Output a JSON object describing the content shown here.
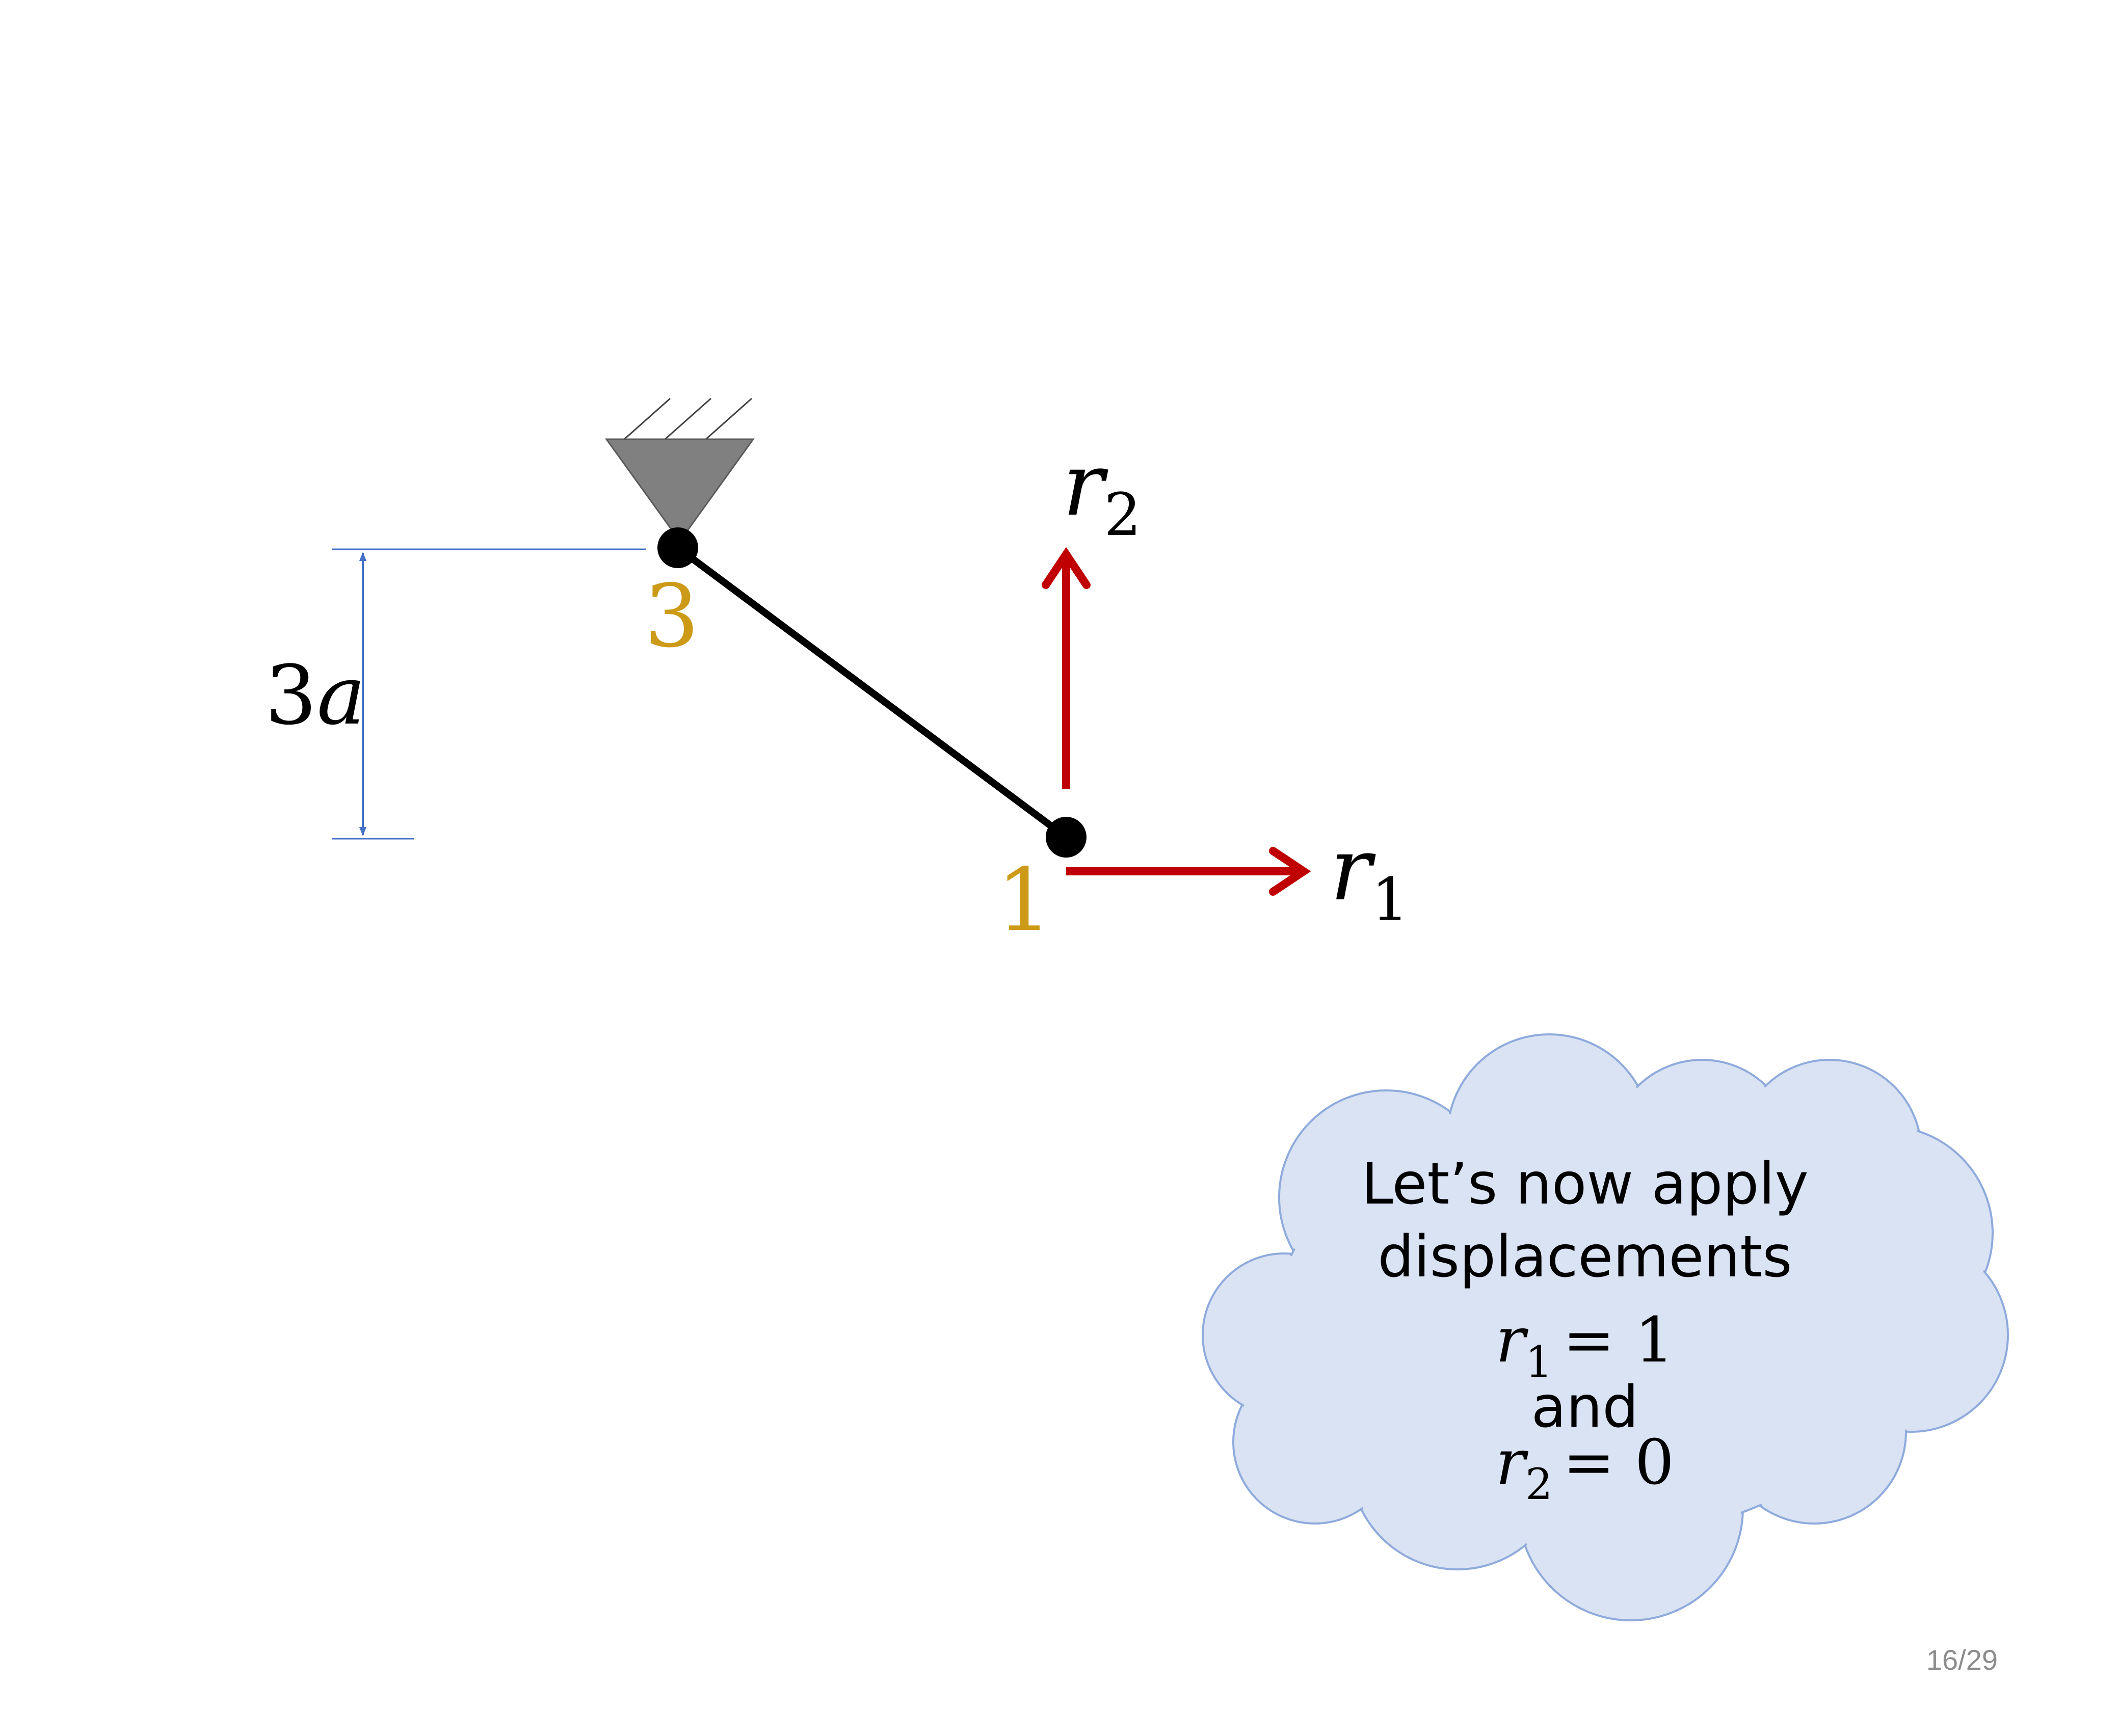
{
  "diagram": {
    "colors": {
      "member": "#000000",
      "node": "#000000",
      "support": "#808080",
      "arrow": "#c00000",
      "dimension": "#4472c4",
      "node_label": "#cc9a16",
      "cloud_fill": "#dae3f3",
      "cloud_stroke": "#8faadc"
    },
    "nodes": [
      {
        "label": "3"
      },
      {
        "label": "1"
      }
    ],
    "dimension": {
      "label_number": "3",
      "label_var": "a"
    },
    "arrows": {
      "r1": {
        "symbol": "r",
        "subscript": "1"
      },
      "r2": {
        "symbol": "r",
        "subscript": "2"
      }
    },
    "cloud": {
      "line1": "Let’s now apply",
      "line2": "displacements",
      "eq1": {
        "symbol": "r",
        "subscript": "1",
        "rhs": "= 1"
      },
      "connector": "and",
      "eq2": {
        "symbol": "r",
        "subscript": "2",
        "rhs": "= 0"
      }
    }
  },
  "footer": {
    "page_number": "16/29"
  }
}
